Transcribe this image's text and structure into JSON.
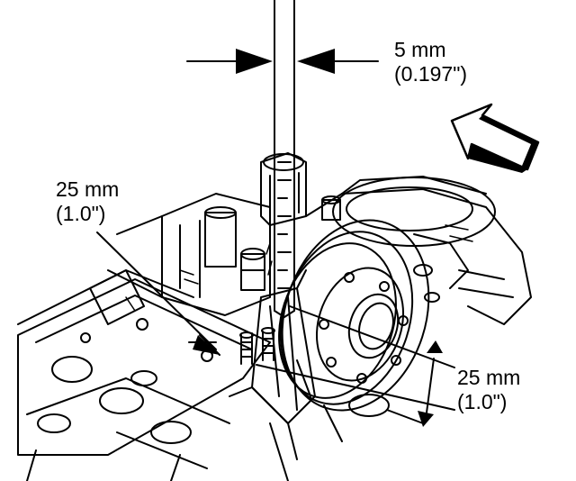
{
  "labels": {
    "top_gap": {
      "metric": "5 mm",
      "imperial": "(0.197\")"
    },
    "left_offset": {
      "metric": "25 mm",
      "imperial": "(1.0\")"
    },
    "right_offset": {
      "metric": "25 mm",
      "imperial": "(1.0\")"
    }
  },
  "icons": {
    "view_direction": "large-arrow-icon"
  },
  "colors": {
    "ink": "#000000",
    "paper": "#ffffff"
  }
}
